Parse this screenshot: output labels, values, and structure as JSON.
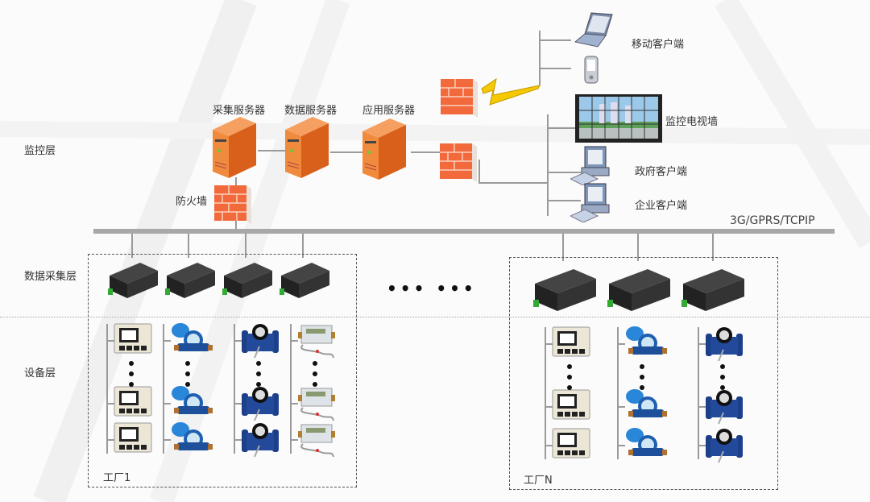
{
  "layers": {
    "monitor": "监控层",
    "acquisition": "数据采集层",
    "device": "设备层"
  },
  "servers": [
    {
      "label": "采集服务器"
    },
    {
      "label": "数据服务器"
    },
    {
      "label": "应用服务器"
    }
  ],
  "firewall_label": "防火墙",
  "clients": {
    "mobile": "移动客户端",
    "tv_wall": "监控电视墙",
    "government": "政府客户端",
    "enterprise": "企业客户端"
  },
  "network_label": "3G/GPRS/TCPIP",
  "factories": [
    {
      "label": "工厂1",
      "collectors": 4,
      "device_columns": [
        "electric-meter",
        "water-meter",
        "large-water-meter",
        "heat-meter"
      ]
    },
    {
      "label": "工厂N",
      "collectors": 3,
      "device_columns": [
        "electric-meter",
        "water-meter",
        "large-water-meter"
      ]
    }
  ],
  "ellipsis": "•••   •••",
  "colors": {
    "server": "#e8772a",
    "firewall": "#f06a3a",
    "bus": "#a8a8a8",
    "lightning": "#f5c800"
  }
}
